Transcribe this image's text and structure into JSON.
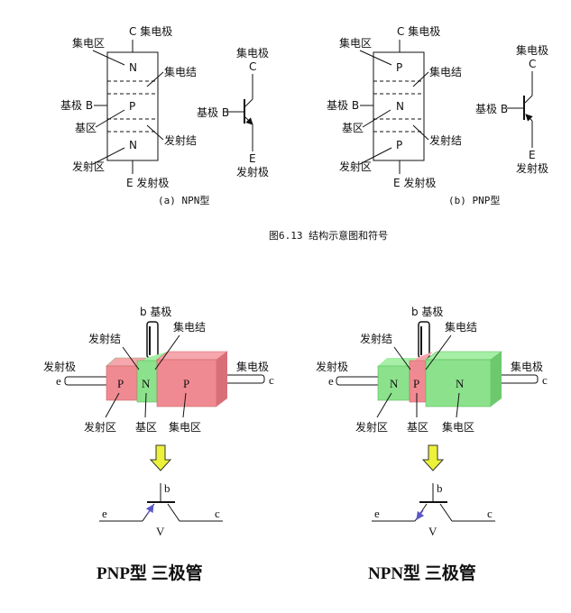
{
  "top": {
    "npn": {
      "collector_pin": "C 集电极",
      "collector_region": "集电区",
      "collector_junction": "集电结",
      "base_pin": "基极 B",
      "base_region": "基区",
      "emitter_junction": "发射结",
      "emitter_region": "发射区",
      "emitter_pin": "E 发射极",
      "layers": [
        "N",
        "P",
        "N"
      ],
      "caption": "(a) NPN型",
      "symbol": {
        "collector": "集电极",
        "c": "C",
        "base": "基极 B",
        "e": "E",
        "emitter": "发射极"
      }
    },
    "pnp": {
      "collector_pin": "C 集电极",
      "collector_region": "集电区",
      "collector_junction": "集电结",
      "base_pin": "基极 B",
      "base_region": "基区",
      "emitter_junction": "发射结",
      "emitter_region": "发射区",
      "emitter_pin": "E 发射极",
      "layers": [
        "P",
        "N",
        "P"
      ],
      "caption": "(b) PNP型",
      "symbol": {
        "collector": "集电极",
        "c": "C",
        "base": "基极 B",
        "e": "E",
        "emitter": "发射极"
      }
    },
    "figure_caption": "图6.13 结构示意图和符号"
  },
  "bottom": {
    "pnp": {
      "base": "b 基极",
      "collector_junction": "集电结",
      "emitter_junction": "发射结",
      "emitter_pin": "发射极",
      "e": "e",
      "collector_pin": "集电极",
      "c": "c",
      "layers": [
        "P",
        "N",
        "P"
      ],
      "emitter_region": "发射区",
      "base_region": "基区",
      "collector_region": "集电区",
      "sym_b": "b",
      "sym_e": "e",
      "sym_c": "c",
      "sym_v": "V",
      "title": "PNP型 三极管"
    },
    "npn": {
      "base": "b 基极",
      "collector_junction": "集电结",
      "emitter_junction": "发射结",
      "emitter_pin": "发射极",
      "e": "e",
      "collector_pin": "集电极",
      "c": "c",
      "layers": [
        "N",
        "P",
        "N"
      ],
      "emitter_region": "发射区",
      "base_region": "基区",
      "collector_region": "集电区",
      "sym_b": "b",
      "sym_e": "e",
      "sym_c": "c",
      "sym_v": "V",
      "title": "NPN型 三极管"
    }
  },
  "colors": {
    "pink": "#f08a92",
    "green": "#8ce28c",
    "yellow": "#ecf23a",
    "arrow_blue": "#5a58c8"
  }
}
